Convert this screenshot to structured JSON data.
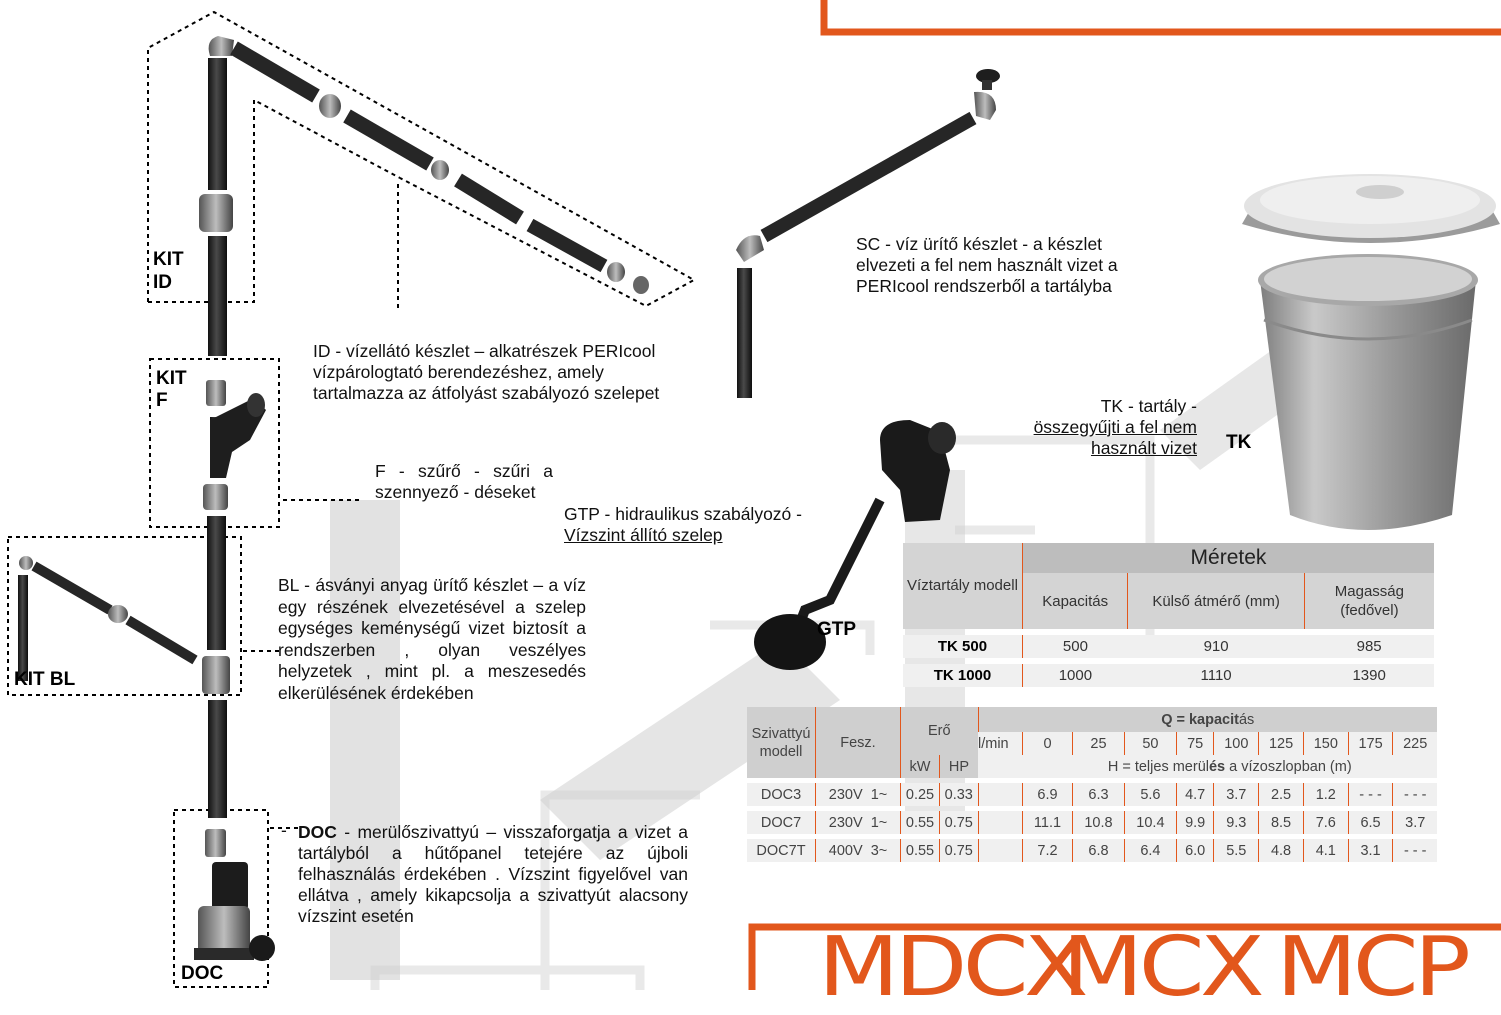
{
  "labels": {
    "kit_id_1": "KIT",
    "kit_id_2": "ID",
    "kit_f_1": "KIT",
    "kit_f_2": "F",
    "kit_bl": "KIT BL",
    "doc": "DOC",
    "gtp": "GTP",
    "tk": "TK"
  },
  "descriptions": {
    "sc": [
      "SC - víz ürítő készlet - a készlet",
      "elvezeti a fel nem használt vizet a",
      "PERIcool rendszerből a tartályba"
    ],
    "id": [
      "ID - vízellátó készlet – alkatrészek PERIcool",
      "vízpárologtató berendezéshez, amely",
      "tartalmazza az átfolyást szabályozó szelepet"
    ],
    "tk": [
      "TK - tartály -",
      "összegyűjti a fel nem",
      "használt vizet"
    ],
    "f": "F - szűrő - szűri a szennyező - déseket",
    "gtp": [
      "GTP - hidraulikus szabályozó -",
      "Vízszint állító szelep"
    ],
    "bl": "BL - ásványi anyag ürítő készlet – a víz egy részének elvezetésével a szelep egységes keménységű vizet biztosít a rendszerben , olyan veszélyes helyzetek , mint pl. a meszesedés elkerülésének érdekében",
    "doc_bold": "DOC",
    "doc_rest": " - merülőszivattyú – visszaforgatja a vizet a tartályból a hűtőpanel tetejére az újboli felhasználás érdekében . Vízszint figyelővel van ellátva , amely kikapcsolja a szivattyút alacsony vízszint esetén"
  },
  "dimensions_table": {
    "title": "Méretek",
    "col_model": "Víztartály modell",
    "col_capacity": "Kapacitás",
    "col_diameter": "Külső átmérő (mm)",
    "col_height": "Magasság (fedővel)",
    "rows": [
      {
        "model": "TK 500",
        "capacity": "500",
        "diameter": "910",
        "height": "985"
      },
      {
        "model": "TK 1000",
        "capacity": "1000",
        "diameter": "1110",
        "height": "1390"
      }
    ]
  },
  "pump_table": {
    "col_model": "Szivattyú modell",
    "col_voltage": "Fesz.",
    "col_power": "Erő",
    "unit_kw": "kW",
    "unit_hp": "HP",
    "capacity_title_bold": "Q = kapacit",
    "capacity_title_rest": "ás",
    "flow_unit": "l/min",
    "flows": [
      "0",
      "25",
      "50",
      "75",
      "100",
      "125",
      "150",
      "175",
      "225"
    ],
    "head_caption_a": "H = teljes merül",
    "head_caption_b": "és",
    "head_caption_c": " a vízoszlopban (m)",
    "rows": [
      {
        "model": "DOC3",
        "voltage": "230V",
        "phase": "1~",
        "kw": "0.25",
        "hp": "0.33",
        "heads": [
          "6.9",
          "6.3",
          "5.6",
          "4.7",
          "3.7",
          "2.5",
          "1.2",
          "- - -",
          "- - -"
        ]
      },
      {
        "model": "DOC7",
        "voltage": "230V",
        "phase": "1~",
        "kw": "0.55",
        "hp": "0.75",
        "heads": [
          "11.1",
          "10.8",
          "10.4",
          "9.9",
          "9.3",
          "8.5",
          "7.6",
          "6.5",
          "3.7"
        ]
      },
      {
        "model": "DOC7T",
        "voltage": "400V",
        "phase": "3~",
        "kw": "0.55",
        "hp": "0.75",
        "heads": [
          "7.2",
          "6.8",
          "6.4",
          "6.0",
          "5.5",
          "4.8",
          "4.1",
          "3.1",
          "- - -"
        ]
      }
    ]
  },
  "brand_logos": [
    "MDCX",
    "MCX",
    "MCP"
  ],
  "colors": {
    "accent": "#e2571c",
    "table_grey": "#d4d4d4",
    "pipe": "#2a2a2a",
    "watermark": "#c8c8c8"
  }
}
